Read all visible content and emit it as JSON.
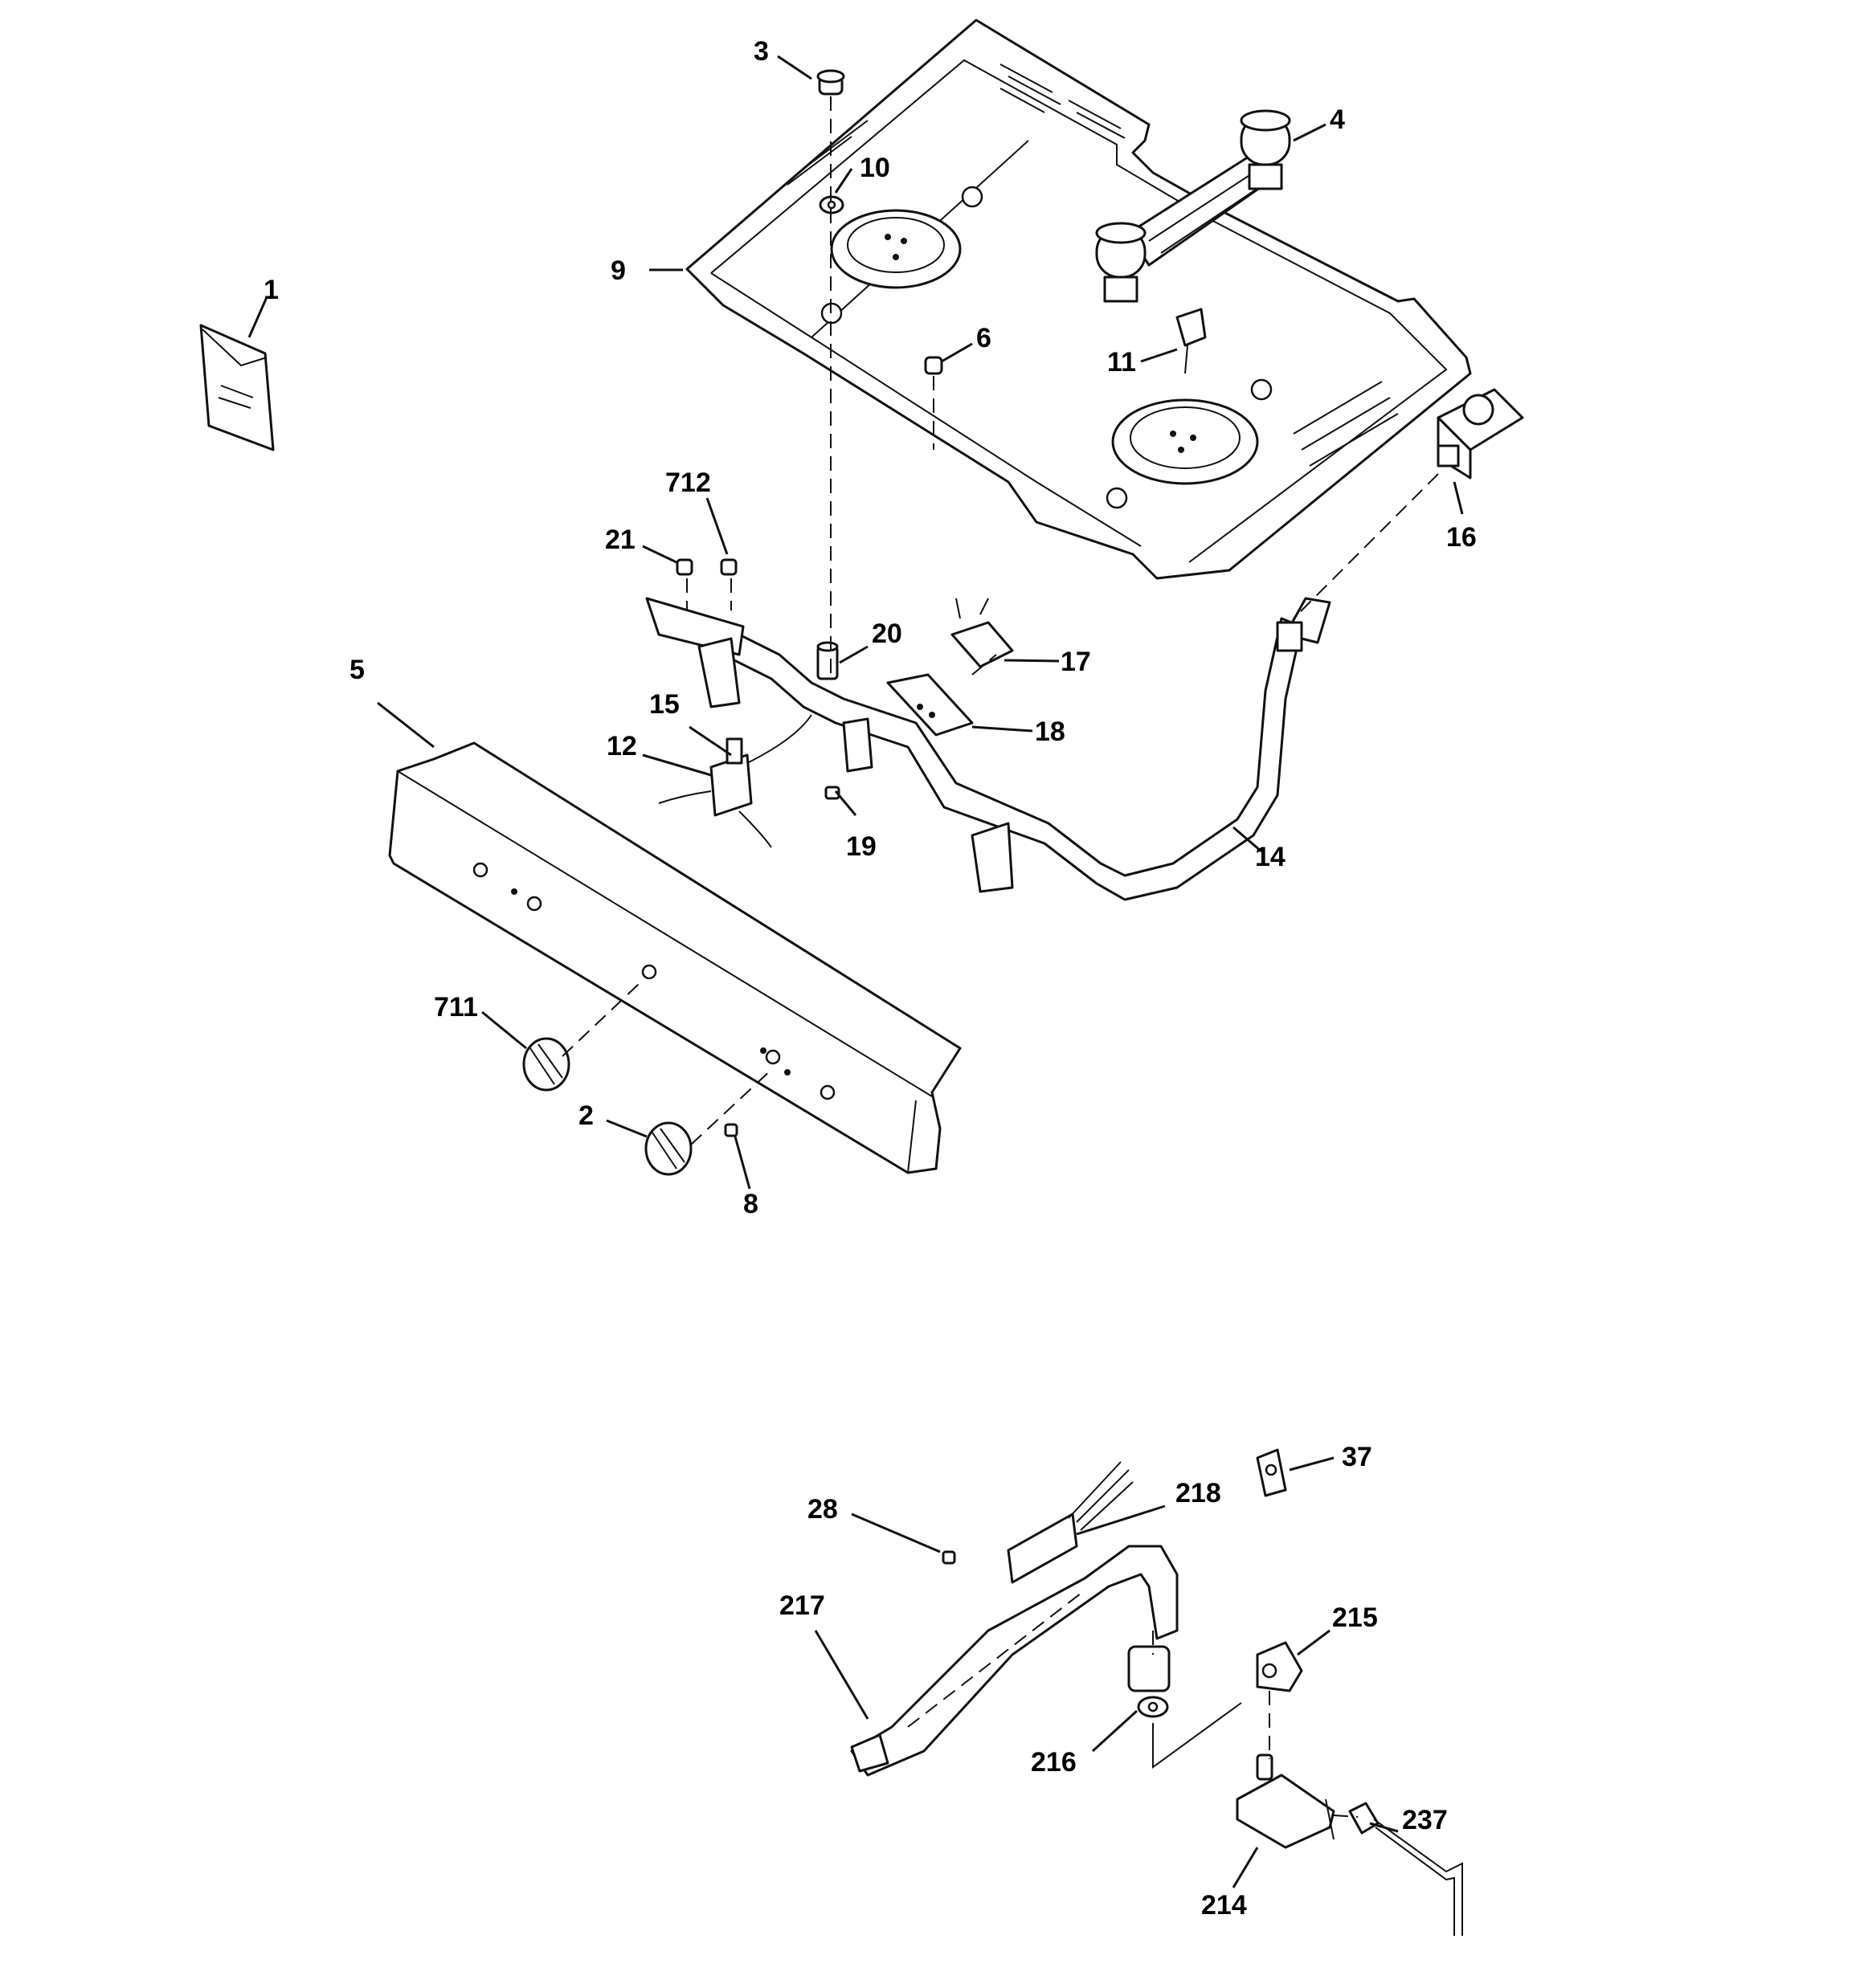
{
  "callouts": {
    "c1": "1",
    "c2": "2",
    "c3": "3",
    "c4": "4",
    "c5": "5",
    "c6": "6",
    "c8": "8",
    "c9": "9",
    "c10": "10",
    "c11": "11",
    "c12": "12",
    "c14": "14",
    "c15": "15",
    "c16": "16",
    "c17": "17",
    "c18": "18",
    "c19": "19",
    "c20": "20",
    "c21": "21",
    "c712": "712",
    "c711": "711",
    "c28": "28",
    "c37": "37",
    "c214": "214",
    "c215": "215",
    "c216": "216",
    "c217": "217",
    "c218": "218",
    "c237": "237"
  }
}
